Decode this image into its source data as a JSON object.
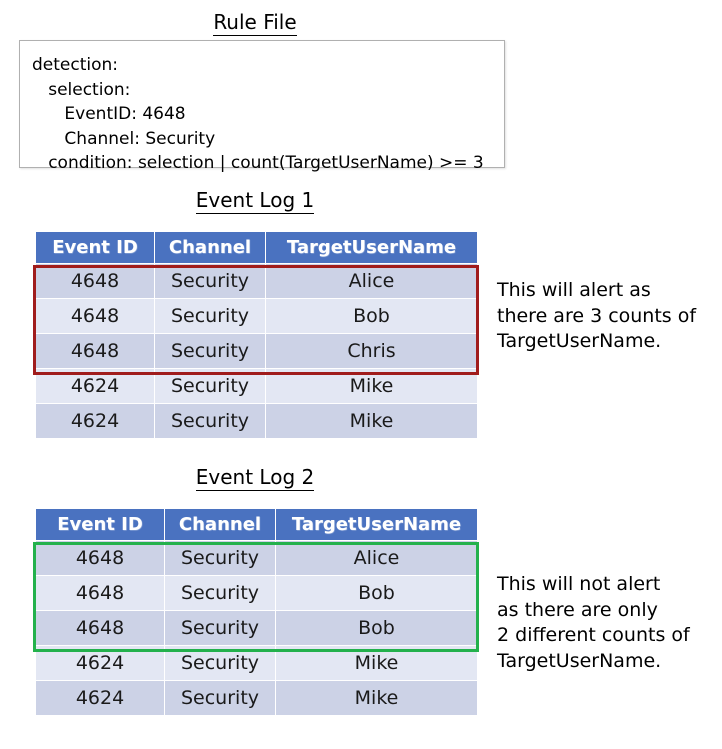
{
  "titles": {
    "rule_file": "Rule File",
    "event_log_1": "Event Log 1",
    "event_log_2": "Event Log 2"
  },
  "rule_file": {
    "content": "detection:\n   selection:\n      EventID: 4648\n      Channel: Security\n   condition: selection | count(TargetUserName) >= 3"
  },
  "colors": {
    "header_blue": "#4A72C0",
    "row_dark": "#CCD2E6",
    "row_light": "#E3E7F3",
    "highlight_red": "#A01C1C",
    "highlight_green": "#23B14C"
  },
  "event_log_1": {
    "columns": [
      "Event ID",
      "Channel",
      "TargetUserName"
    ],
    "rows": [
      [
        "4648",
        "Security",
        "Alice"
      ],
      [
        "4648",
        "Security",
        "Bob"
      ],
      [
        "4648",
        "Security",
        "Chris"
      ],
      [
        "4624",
        "Security",
        "Mike"
      ],
      [
        "4624",
        "Security",
        "Mike"
      ]
    ],
    "highlighted_rows": [
      0,
      1,
      2
    ],
    "highlight_color": "#A01C1C",
    "note": "This will alert as\nthere are 3 counts of\nTargetUserName."
  },
  "event_log_2": {
    "columns": [
      "Event ID",
      "Channel",
      "TargetUserName"
    ],
    "rows": [
      [
        "4648",
        "Security",
        "Alice"
      ],
      [
        "4648",
        "Security",
        "Bob"
      ],
      [
        "4648",
        "Security",
        "Bob"
      ],
      [
        "4624",
        "Security",
        "Mike"
      ],
      [
        "4624",
        "Security",
        "Mike"
      ]
    ],
    "highlighted_rows": [
      0,
      1,
      2
    ],
    "highlight_color": "#23B14C",
    "note": "This will not alert\nas there are only\n2 different counts of\nTargetUserName."
  }
}
